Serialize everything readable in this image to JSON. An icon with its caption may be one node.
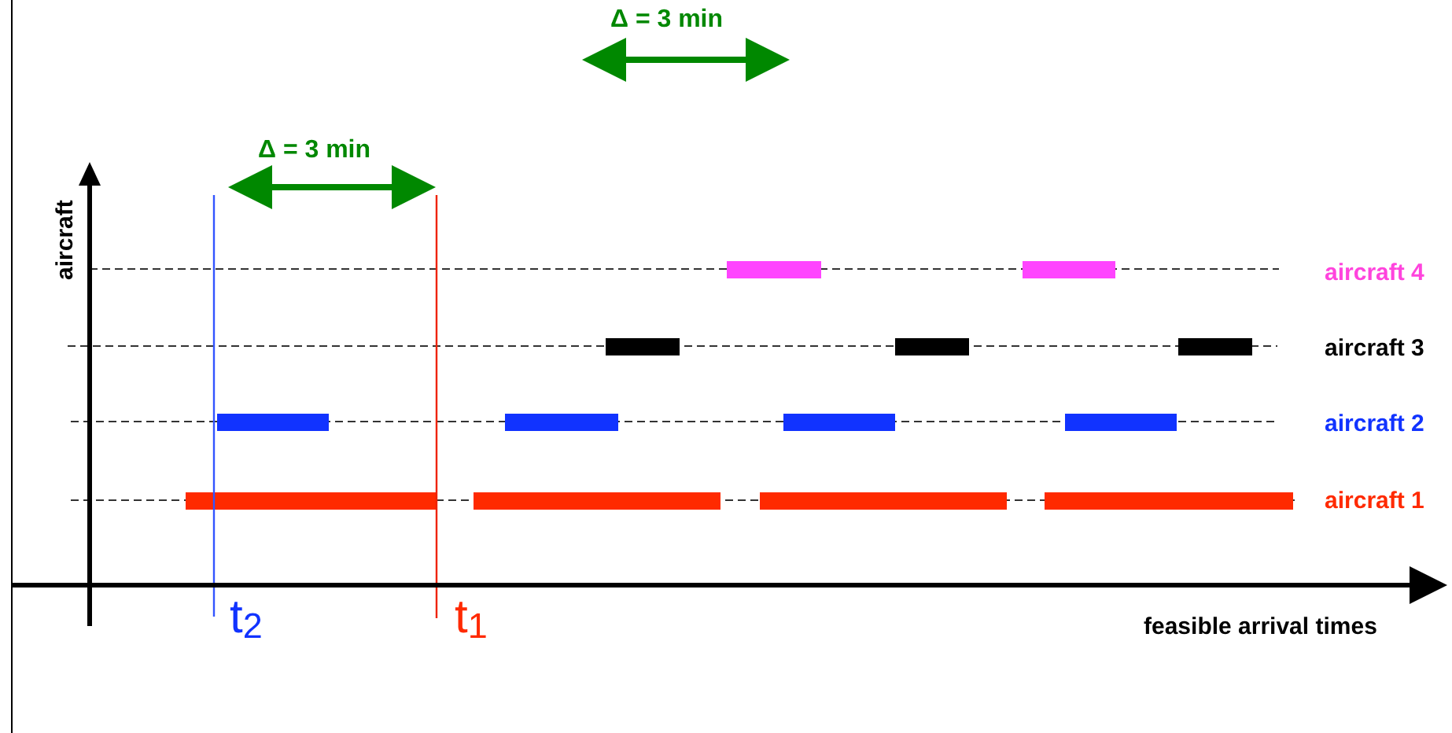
{
  "diagram": {
    "labels": [
      "Δ = 3 min",
      "aircraft",
      "Δ = 3 min",
      "aircraft 4",
      "aircraft 3",
      "aircraft 2",
      "aircraft 1",
      "t$_{2}$",
      "t$_{1}$",
      "feasible arrival times"
    ]
  }
}
